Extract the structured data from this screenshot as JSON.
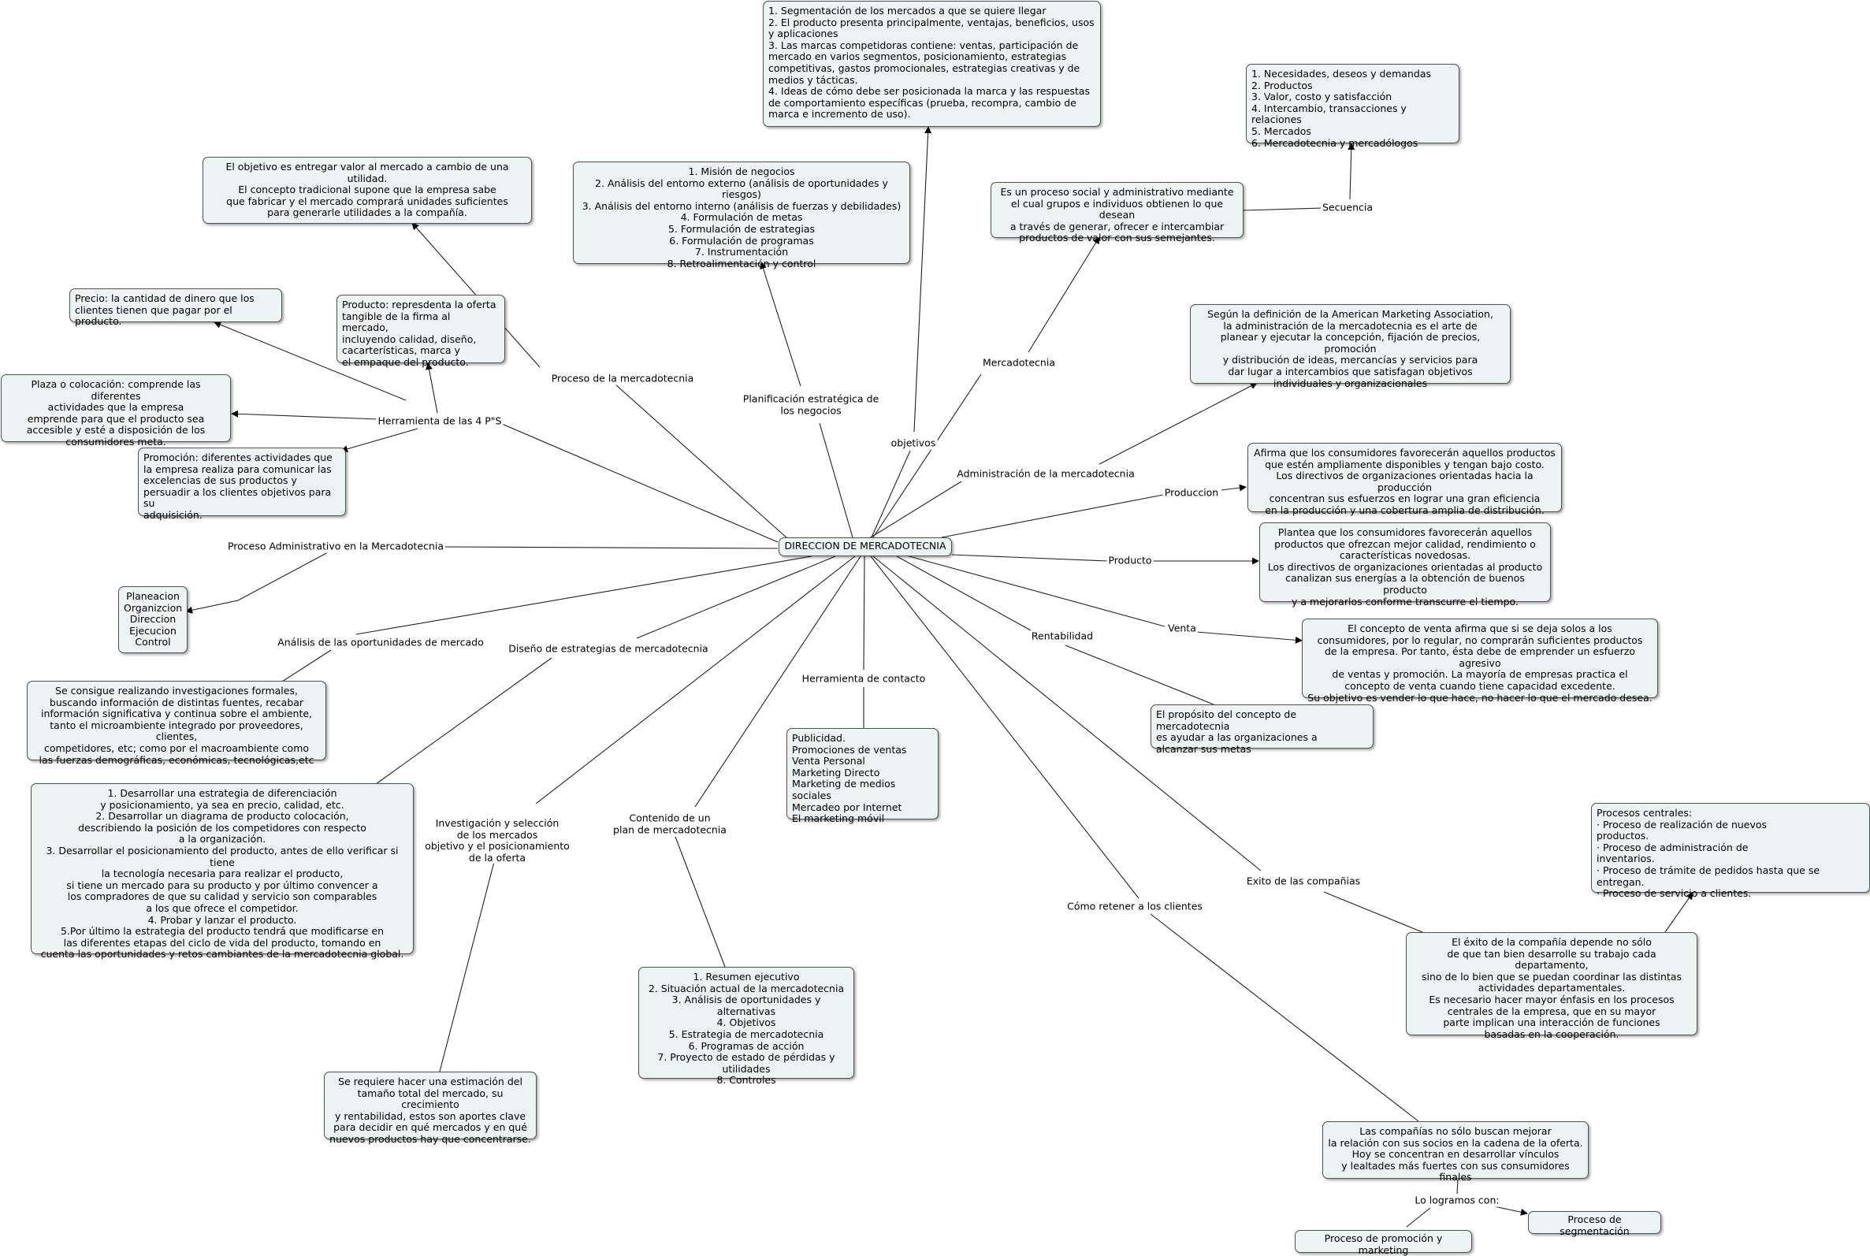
{
  "central": "DIRECCION DE MERCADOTECNIA",
  "links": [
    "Proceso Administrativo en la Mercadotecnia",
    "Herramienta de las 4 P\"S",
    "Proceso de la mercadotecnia",
    "Planificación estratégica de\nlos negocios",
    "objetivos",
    "Mercadotecnia",
    "Secuencia",
    "Administración de la mercadotecnia",
    "Produccion",
    "Producto",
    "Venta",
    "Rentabilidad",
    "Análisis de las oportunidades de mercado",
    "Diseño de estrategias de mercadotecnia",
    "Herramienta de contacto",
    "Investigación y selección\nde los mercados\nobjetivo y el posicionamiento\nde la oferta",
    "Contenido de un\nplan de mercadotecnia",
    "Exito de las compañias",
    "Cómo retener a los clientes",
    "Lo logramos con:"
  ],
  "nodes": [
    "1. Segmentación de los mercados a que se quiere llegar\n2. El producto presenta principalmente, ventajas, beneficios, usos y aplicaciones\n3. Las marcas competidoras contiene: ventas, participación de mercado en varios segmentos, posicionamiento, estrategias competitivas, gastos promocionales, estrategias creativas y de medios y tácticas.\n4. Ideas de cómo debe ser posicionada la marca y las respuestas de comportamiento específicas (prueba, recompra, cambio de\nmarca e incremento de uso).",
    "1. Necesidades, deseos y demandas\n2. Productos\n3. Valor, costo y satisfacción\n4. Intercambio, transacciones y relaciones\n5. Mercados\n6. Mercadotecnia y mercadólogos",
    "El objetivo es entregar valor al mercado a cambio de una utilidad.\nEl concepto tradicional supone que la empresa sabe\nque fabricar y el mercado comprará unidades suficientes\npara generarle utilidades a la compañía.",
    "1. Misión de negocios\n2. Análisis del entorno externo (análisis de oportunidades y riesgos)\n3. Análisis del entorno interno (análisis de fuerzas y debilidades)\n4. Formulación de metas\n5. Formulación de estrategias\n6. Formulación de programas\n7. Instrumentación\n8. Retroalimentación y control",
    "Es un proceso social y administrativo mediante\nel cual grupos e individuos obtienen lo que desean\na través de generar, ofrecer e intercambiar\nproductos de valor con sus semejantes.",
    "Precio: la cantidad de dinero que los\nclientes tienen que pagar por el producto.",
    "Producto: represdenta la oferta\ntangible de la firma al mercado,\nincluyendo calidad, diseño,\ncacarterísticas, marca y\nel empaque del producto.",
    "Según la definición de la American Marketing Association,\nla administración de la mercadotecnia es el arte de\nplanear y ejecutar la concepción, fijación de precios, promoción\ny distribución de ideas, mercancías y servicios para\ndar lugar a intercambios que satisfagan objetivos\nindividuales y organizacionales",
    "Plaza o colocación: comprende las diferentes\nactividades que la empresa\nemprende para que el producto sea\naccesible y esté a disposición de los\nconsumidores meta.",
    "Promoción: diferentes actividades que\nla empresa realiza para comunicar las\nexcelencias de sus productos y\npersuadir a los clientes objetivos para su\nadquisición.",
    "Afirma que los consumidores favorecerán aquellos productos\nque estén ampliamente disponibles y tengan bajo costo.\nLos directivos de organizaciones orientadas hacia la producción\nconcentran sus esfuerzos en lograr una gran eficiencia\nen la producción y una cobertura amplia de distribución.",
    "Plantea que los consumidores favorecerán aquellos\nproductos que ofrezcan mejor calidad, rendimiento o\ncaracterísticas novedosas.\nLos directivos de organizaciones orientadas al producto\ncanalizan sus energías a la obtención de buenos producto\ny a mejorarlos conforme transcurre el tiempo.",
    "Planeacion\nOrganizcion\nDireccion\nEjecucion\nControl",
    "El concepto de venta afirma que si se deja solos a los\nconsumidores, por lo regular, no comprarán suficientes productos\nde la empresa. Por tanto, ésta debe de emprender un esfuerzo agresivo\nde ventas y promoción. La mayoría de empresas practica el\nconcepto de venta  cuando tiene capacidad excedente.\nSu objetivo es vender lo que hace, no hacer lo que el mercado desea.",
    "Se consigue realizando investigaciones formales,\nbuscando información de distintas fuentes, recabar\ninformación significativa y continua sobre el ambiente,\ntanto el microambiente integrado por proveedores, clientes,\ncompetidores, etc; como por el macroambiente como\nlas fuerzas demográficas, económicas, tecnológicas,etc",
    "El propósito del concepto de mercadotecnia\nes ayudar a las organizaciones a\nalcanzar sus metas",
    "Publicidad.\nPromociones de ventas\nVenta Personal\nMarketing Directo\nMarketing de medios sociales\nMercadeo por Internet\nEl marketing móvil",
    "1. Desarrollar una estrategia de diferenciación\ny posicionamiento, ya sea en precio, calidad, etc.\n2. Desarrollar un diagrama de producto colocación,\ndescribiendo la posición de los competidores con respecto\na la organización.\n3. Desarrollar el posicionamiento del producto, antes de ello verificar si tiene\nla tecnología necesaria para realizar el producto,\nsi tiene un mercado para su producto y por último convencer a\nlos compradores de que su calidad y servicio son comparables\na los que ofrece el competidor.\n4. Probar y lanzar el producto.\n5.Por último la estrategia del producto tendrá que modificarse en\nlas diferentes etapas del ciclo de vida del producto, tomando en\ncuenta las oportunidades y retos cambiantes de la mercadotecnia global.",
    "Procesos centrales:\n· Proceso de realización de nuevos\nproductos.\n· Proceso de administración de\ninventarios.\n· Proceso de trámite de pedidos hasta que se entregan.\n· Proceso de servicio a clientes.",
    "El éxito de la compañía depende no sólo\nde que tan bien desarrolle su trabajo cada departamento,\nsino de lo bien que se puedan coordinar las distintas\nactividades departamentales.\nEs necesario hacer mayor énfasis en los procesos\ncentrales de la empresa, que en su mayor\nparte implican una interacción de funciones\nbasadas en la cooperación.",
    "1. Resumen ejecutivo\n2. Situación actual de la mercadotecnia\n3. Análisis de oportunidades y alternativas\n4. Objetivos\n5. Estrategia de mercadotecnia\n6. Programas de acción\n7. Proyecto de estado de pérdidas y\nutilidades\n8. Controles",
    "Se requiere hacer una estimación del\ntamaño total del mercado, su crecimiento\ny rentabilidad, estos son aportes clave\npara decidir en qué mercados y en qué\nnuevos productos hay que concentrarse.",
    "Las compañías no sólo buscan mejorar\nla relación con sus socios en la cadena de la oferta.\nHoy se concentran en desarrollar vínculos\ny lealtades más fuertes con sus consumidores finales",
    "Proceso de segmentación",
    "Proceso de promoción y marketing"
  ]
}
